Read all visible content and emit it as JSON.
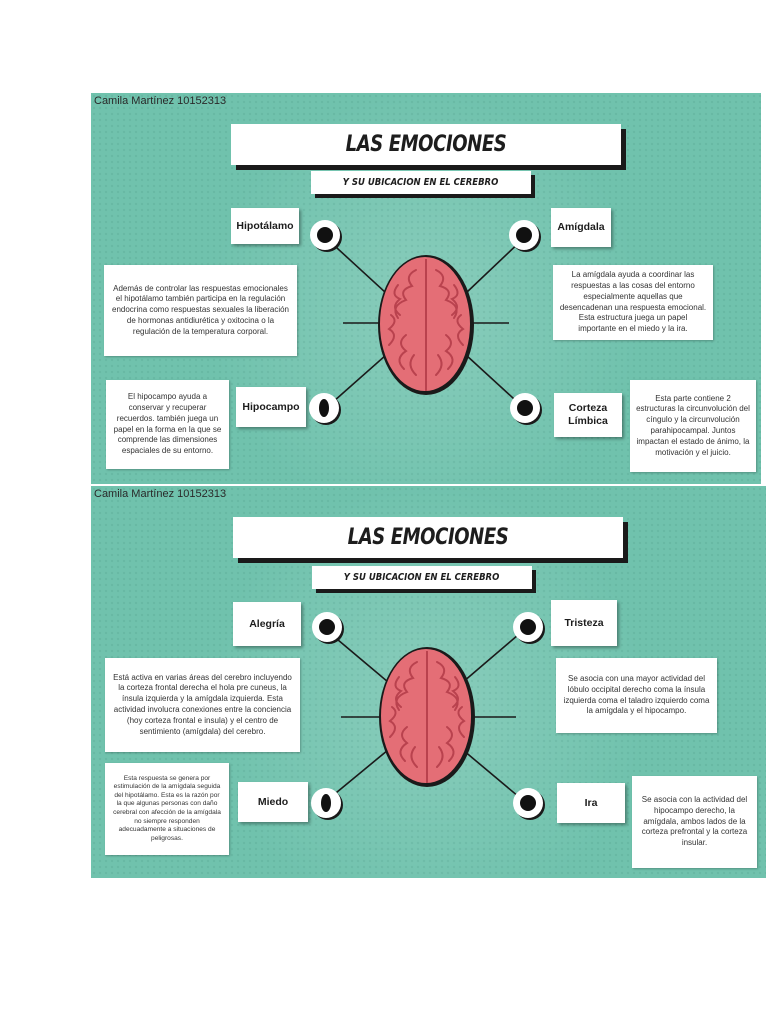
{
  "panels": [
    {
      "author": "Camila Martínez  10152313",
      "title": "LAS EMOCIONES",
      "subtitle": "Y SU UBICACION EN EL CEREBRO",
      "top_left": {
        "label": "Hipotálamo",
        "desc": "Además de controlar las respuestas emocionales el hipotálamo también participa en la regulación endocrina como respuestas sexuales la liberación de hormonas antidiurética y oxitocina o la regulación de la temperatura corporal."
      },
      "top_right": {
        "label": "Amígdala",
        "desc": "La amígdala ayuda a coordinar las respuestas a las cosas del entorno especialmente aquellas que desencadenan una respuesta emocional. Esta estructura juega un papel importante en el miedo y la ira."
      },
      "bottom_left": {
        "label": "Hipocampo",
        "desc": "El hipocampo ayuda a conservar y recuperar recuerdos. también juega un papel en la forma en la que se comprende las dimensiones espaciales de su entorno."
      },
      "bottom_right": {
        "label": "Corteza Límbica",
        "desc": "Esta parte contiene 2 estructuras la circunvolución del cíngulo y la circunvolución parahipocampal. Juntos impactan el estado de ánimo, la motivación y el juicio."
      }
    },
    {
      "author": "Camila Martínez  10152313",
      "title": "LAS EMOCIONES",
      "subtitle": "Y SU UBICACION EN EL CEREBRO",
      "top_left": {
        "label": "Alegría",
        "desc": "Está activa en varias áreas del cerebro incluyendo la corteza frontal derecha el hola pre cuneus, la ínsula izquierda y la amígdala izquierda. Esta actividad involucra conexiones entre la conciencia (hoy corteza frontal e insula) y el centro de sentimiento (amígdala) del cerebro."
      },
      "top_right": {
        "label": "Tristeza",
        "desc": "Se asocia con una mayor actividad del lóbulo occipital derecho coma la ínsula izquierda coma el taladro izquierdo coma la amígdala y el hipocampo."
      },
      "bottom_left": {
        "label": "Miedo",
        "desc": "Esta respuesta se genera por estimulación de la amígdala seguida del hipotálamo. Esta es la razón por la que algunas personas con daño cerebral con afección de la amígdala no siempre responden adecuadamente a situaciones de peligrosas."
      },
      "bottom_right": {
        "label": "Ira",
        "desc": "Se asocia con la actividad del hipocampo derecho, la amígdala, ambos lados de la corteza prefrontal y la corteza insular."
      }
    }
  ],
  "colors": {
    "panel_bg": "#70c2ad",
    "brain": "#e46e76",
    "brain_dark": "#b9424e",
    "ink": "#1a1a1a"
  }
}
